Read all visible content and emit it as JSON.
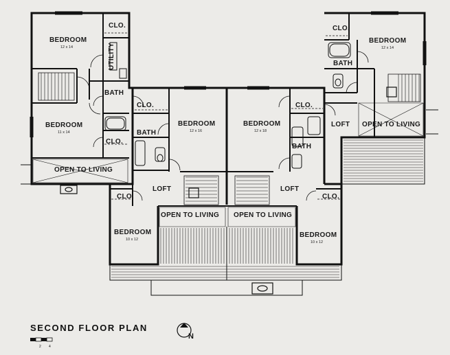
{
  "plan": {
    "title": "SECOND FLOOR PLAN",
    "north_label": "N",
    "scale_labels": [
      "2",
      "4"
    ]
  },
  "rooms": {
    "bedroom_a_top": {
      "name": "BEDROOM",
      "size": "12 x 14"
    },
    "clo_a_top": {
      "name": "CLO."
    },
    "utility": {
      "name": "UTILITY"
    },
    "bath_a": {
      "name": "BATH"
    },
    "bedroom_a_mid": {
      "name": "BEDROOM",
      "size": "11 x 14"
    },
    "clo_a_mid": {
      "name": "CLO."
    },
    "open_a": {
      "name": "OPEN TO LIVING"
    },
    "clo_b_top": {
      "name": "CLO."
    },
    "bath_b": {
      "name": "BATH"
    },
    "bedroom_b": {
      "name": "BEDROOM",
      "size": "12 x 16"
    },
    "loft_b": {
      "name": "LOFT"
    },
    "clo_b_low": {
      "name": "CLO."
    },
    "open_b": {
      "name": "OPEN TO LIVING"
    },
    "bedroom_b_low": {
      "name": "BEDROOM",
      "size": "10 x 12"
    },
    "bedroom_c": {
      "name": "BEDROOM",
      "size": "12 x 18"
    },
    "clo_c_top": {
      "name": "CLO."
    },
    "bath_c": {
      "name": "BATH"
    },
    "loft_c": {
      "name": "LOFT"
    },
    "clo_c_low": {
      "name": "CLO."
    },
    "open_c": {
      "name": "OPEN TO LIVING"
    },
    "bedroom_c_low": {
      "name": "BEDROOM",
      "size": "10 x 12"
    },
    "clo_d_top": {
      "name": "CLO."
    },
    "bedroom_d": {
      "name": "BEDROOM",
      "size": "12 x 14"
    },
    "bath_d": {
      "name": "BATH"
    },
    "loft_d": {
      "name": "LOFT"
    },
    "open_d": {
      "name": "OPEN TO LIVING"
    }
  }
}
